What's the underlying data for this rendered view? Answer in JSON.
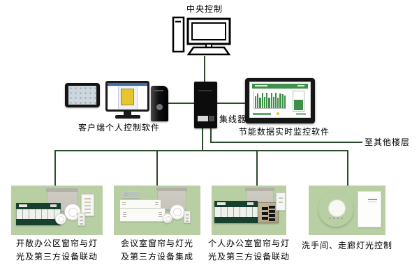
{
  "title": "中央控制",
  "hub": {
    "label": "集线器"
  },
  "client": {
    "label": "客户端个人控制软件"
  },
  "monitoring": {
    "label": "节能数据实时监控软件"
  },
  "branch": {
    "label": "至其他楼层"
  },
  "zones": [
    {
      "line1": "开敞办公区窗帘与灯",
      "line2": "光及第三方设备联动"
    },
    {
      "line1": "会议室窗帘与灯光",
      "line2": "及第三方设备集成"
    },
    {
      "line1": "个人办公室窗帘与灯",
      "line2": "光及第三方设备联动"
    },
    {
      "line1": "洗手间、走廊灯光控制",
      "line2": ""
    }
  ],
  "colors": {
    "zone_bg": "#b8cfa3",
    "line": "#2c4a2c",
    "dashboard_green": "#3f9049"
  },
  "icons": {
    "central_computer": "desktop-computer-icon",
    "tablet": "tablet-device-icon",
    "client_monitor": "monitor-software-icon",
    "client_tower": "pc-tower-icon",
    "hub_device": "hub-tower-icon",
    "dashboard_monitor": "energy-dashboard-icon"
  }
}
